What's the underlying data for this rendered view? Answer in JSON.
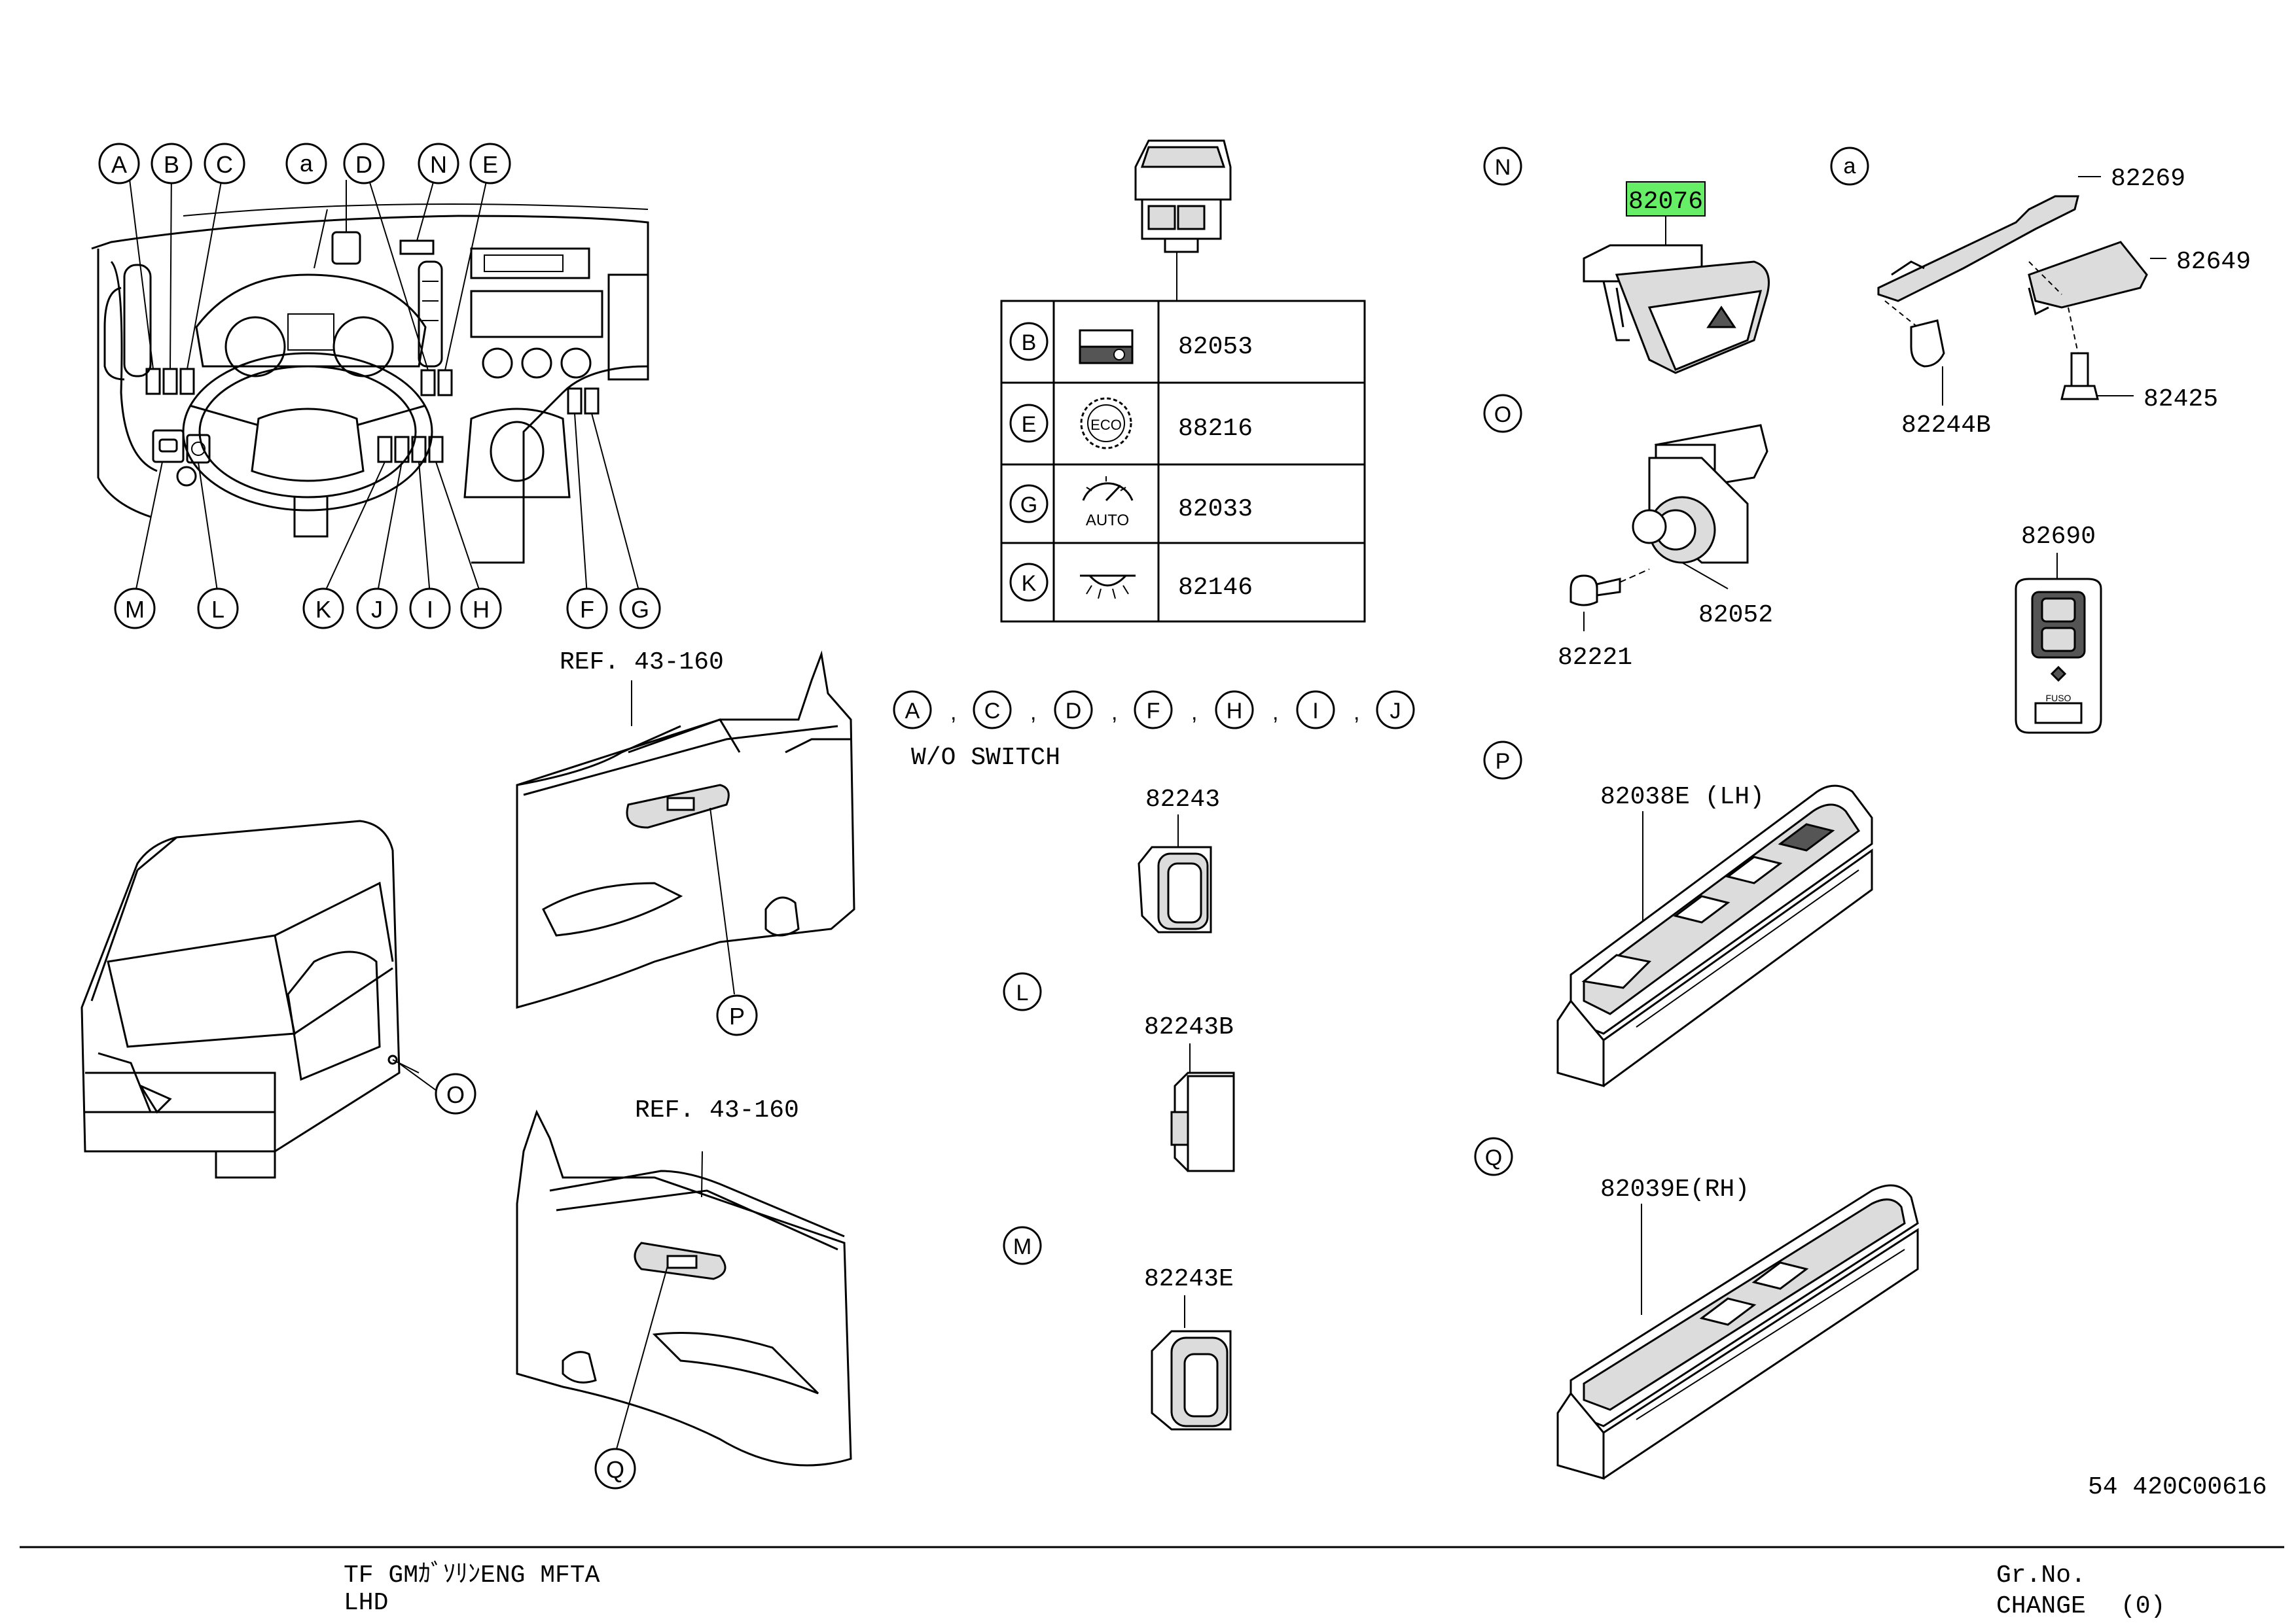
{
  "callouts": {
    "A": "A",
    "B": "B",
    "C": "C",
    "a": "a",
    "D": "D",
    "N": "N",
    "E": "E",
    "M": "M",
    "L": "L",
    "K": "K",
    "J": "J",
    "I": "I",
    "H": "H",
    "F": "F",
    "G": "G",
    "O": "O",
    "P": "P",
    "Q": "Q"
  },
  "switch_table": {
    "rows": [
      {
        "letter": "B",
        "icon": "door-lock-icon",
        "part": "82053"
      },
      {
        "letter": "E",
        "icon": "eco-gear-icon",
        "part": "88216"
      },
      {
        "letter": "G",
        "icon": "auto-gauge-icon",
        "part": "82033",
        "icon_text": "AUTO"
      },
      {
        "letter": "K",
        "icon": "room-lamp-icon",
        "part": "82146"
      }
    ],
    "eco_text": "ECO"
  },
  "wo_switch": {
    "letters": [
      "A",
      "C",
      "D",
      "F",
      "H",
      "I",
      "J"
    ],
    "separator": ",",
    "label": "W/O SWITCH"
  },
  "refs": {
    "upper": "REF. 43-160",
    "lower": "REF. 43-160"
  },
  "parts": {
    "highlighted": "82076",
    "p82269": "82269",
    "p82649": "82649",
    "p82244B": "82244B",
    "p82425": "82425",
    "p82052": "82052",
    "p82221": "82221",
    "p82690": "82690",
    "p82038E": "82038E (LH)",
    "p82039E": "82039E(RH)",
    "p82243": "82243",
    "p82243B": "82243B",
    "p82243E": "82243E"
  },
  "section_letters": {
    "L": "L",
    "M": "M",
    "N": "N",
    "O": "O",
    "P": "P",
    "Q": "Q",
    "a": "a"
  },
  "fob_text": "FUSO",
  "figure_number": "54 420C00616",
  "footer": {
    "model": "TF GMｶﾞｿﾘﾝENG MFTA",
    "drive": "LHD",
    "grno_label": "Gr.No.",
    "change_label": "CHANGE",
    "change_value": "(0)"
  },
  "colors": {
    "highlight": "#66ee66",
    "line": "#000000",
    "background": "#ffffff"
  }
}
